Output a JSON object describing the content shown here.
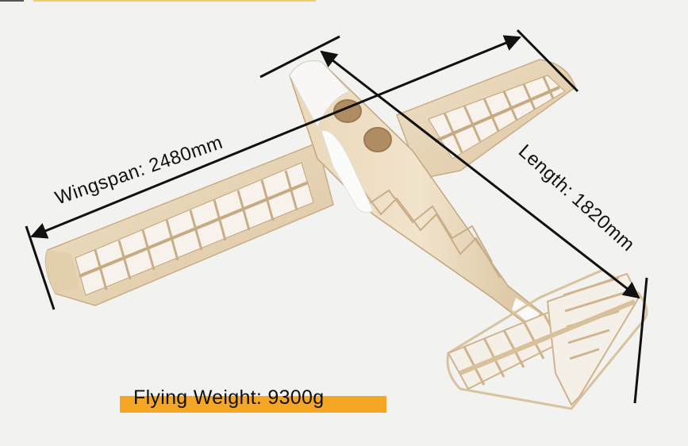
{
  "image": {
    "subject": "RC balsa airplane kit frame, top view",
    "background_color": "#f2f2f1",
    "accent_color": "#f4a624"
  },
  "annotations": {
    "wingspan": {
      "label": "Wingspan:",
      "value": "2480mm",
      "text": "Wingspan:  2480mm"
    },
    "length": {
      "label": "Length:",
      "value": "1820mm",
      "text": "Length: 1820mm"
    },
    "flying_weight": {
      "label": "Flying Weight:",
      "value": "9300g",
      "text": "Flying Weight:  9300g"
    }
  },
  "colors": {
    "balsa": "#e8d6b8",
    "balsa_dark": "#cdb28c",
    "cowl": "#f7f6f4",
    "dimension_line": "#111111",
    "weight_banner": "#f4a624"
  }
}
